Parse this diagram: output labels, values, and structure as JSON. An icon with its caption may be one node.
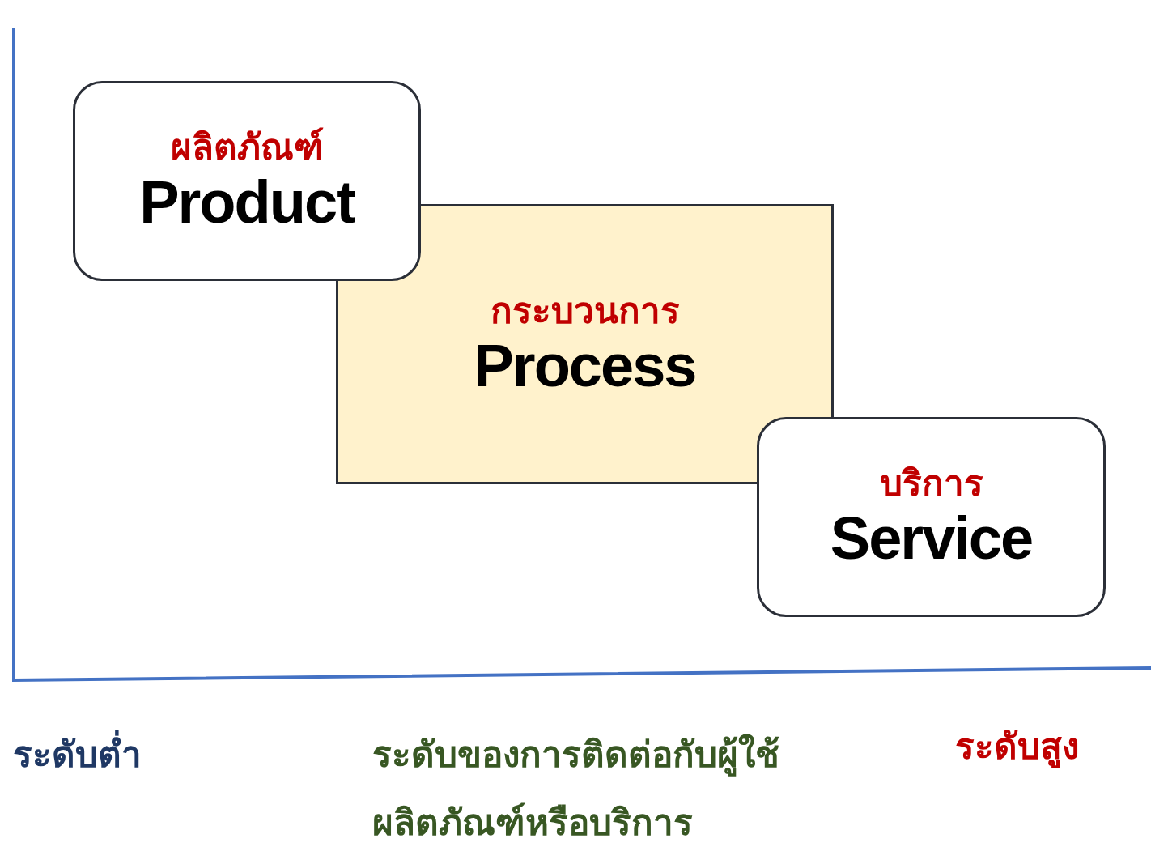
{
  "diagram": {
    "nodes": [
      {
        "text": [
          "ผลิตภัณฑ์",
          "Product"
        ]
      },
      {
        "text": [
          "กระบวนการ",
          "Process"
        ]
      },
      {
        "text": [
          "บริการ",
          "Service"
        ]
      }
    ],
    "labels": [
      "ระดับต่ำ",
      "ระดับของการติดต่อกับผู้ใช้ผลิตภัณฑ์หรือบริการ",
      "ระดับสูง"
    ]
  }
}
